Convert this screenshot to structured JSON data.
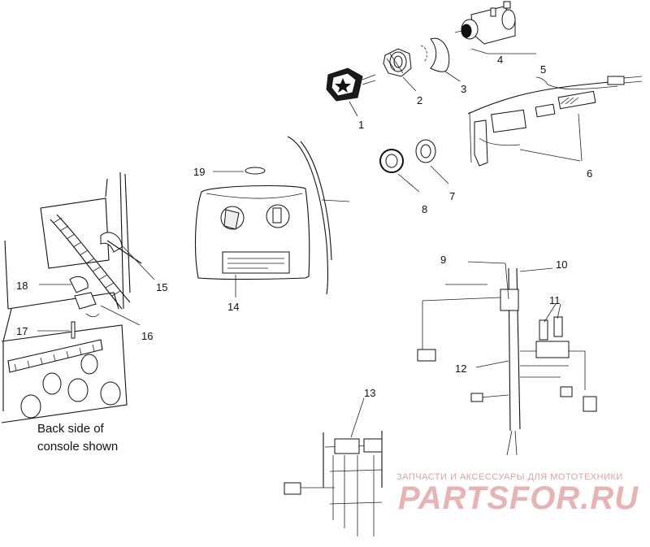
{
  "callouts": {
    "c1": "1",
    "c2": "2",
    "c3": "3",
    "c4": "4",
    "c5": "5",
    "c6": "6",
    "c7": "7",
    "c8": "8",
    "c9": "9",
    "c10": "10",
    "c11": "11",
    "c12": "12",
    "c13": "13",
    "c14": "14",
    "c15": "15",
    "c16": "16",
    "c17": "17",
    "c18": "18",
    "c19": "19"
  },
  "caption": {
    "line1": "Back side of",
    "line2": "console shown"
  },
  "watermark": {
    "tagline": "ЗАПЧАСТИ И АКСЕССУАРЫ ДЛЯ МОТОТЕХНИКИ",
    "logo": "PARTSFOR.RU"
  }
}
